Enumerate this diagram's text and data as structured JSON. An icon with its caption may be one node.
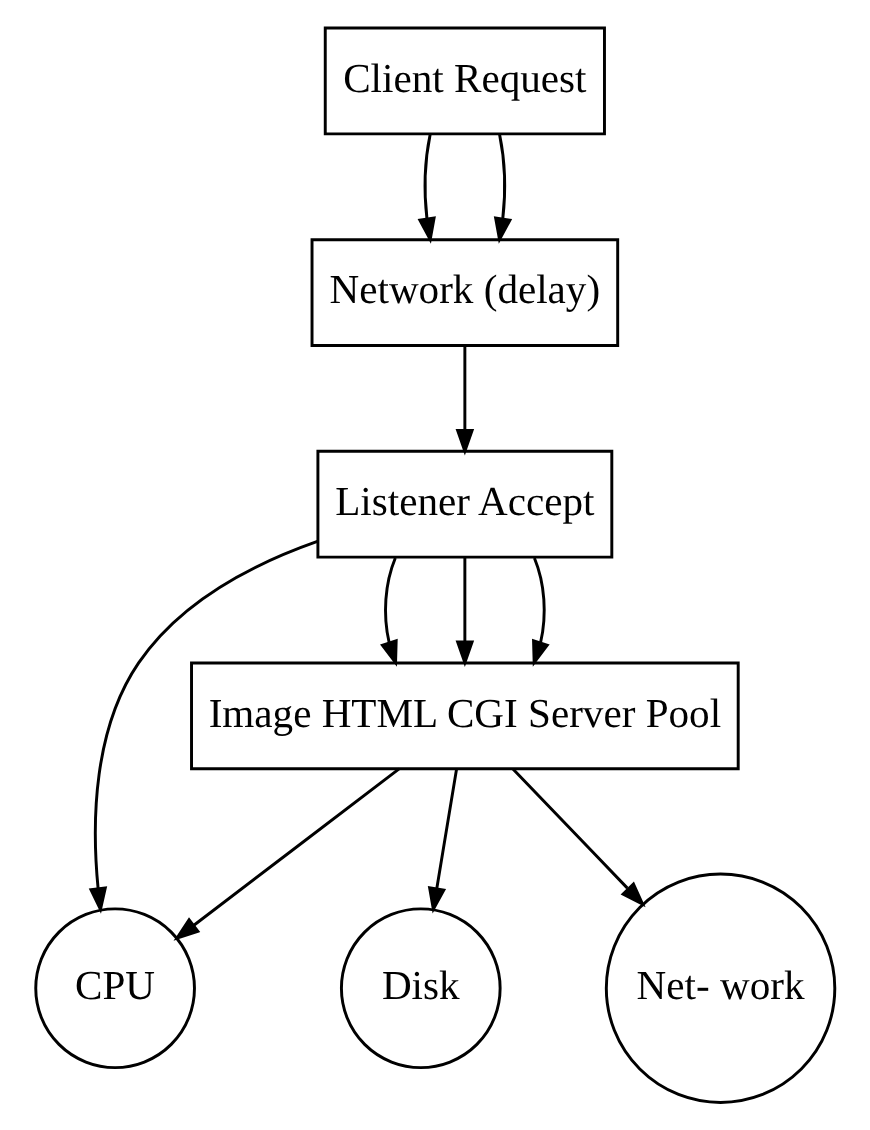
{
  "diagram": {
    "nodes": [
      {
        "text": [
          "Client Request"
        ]
      },
      {
        "text": [
          "Network (delay)"
        ]
      },
      {
        "text": [
          "Listener Accept"
        ]
      },
      {
        "text": [
          "Image HTML CGI Server Pool"
        ]
      },
      {
        "text": [
          "CPU"
        ]
      },
      {
        "text": [
          "Disk"
        ]
      },
      {
        "text": [
          "Net- work"
        ]
      }
    ],
    "edges": [
      {
        "from": 0,
        "to": 1,
        "arrow": "to"
      },
      {
        "from": 0,
        "to": 1,
        "arrow": "to"
      },
      {
        "from": 1,
        "to": 2,
        "arrow": "to"
      },
      {
        "from": 2,
        "to": 4,
        "arrow": "to"
      },
      {
        "from": 2,
        "to": 3,
        "arrow": "to"
      },
      {
        "from": 2,
        "to": 3,
        "arrow": "to"
      },
      {
        "from": 2,
        "to": 3,
        "arrow": "to"
      },
      {
        "from": 3,
        "to": 4,
        "arrow": "to"
      },
      {
        "from": 3,
        "to": 5,
        "arrow": "to"
      },
      {
        "from": 3,
        "to": 6,
        "arrow": "to"
      }
    ]
  }
}
